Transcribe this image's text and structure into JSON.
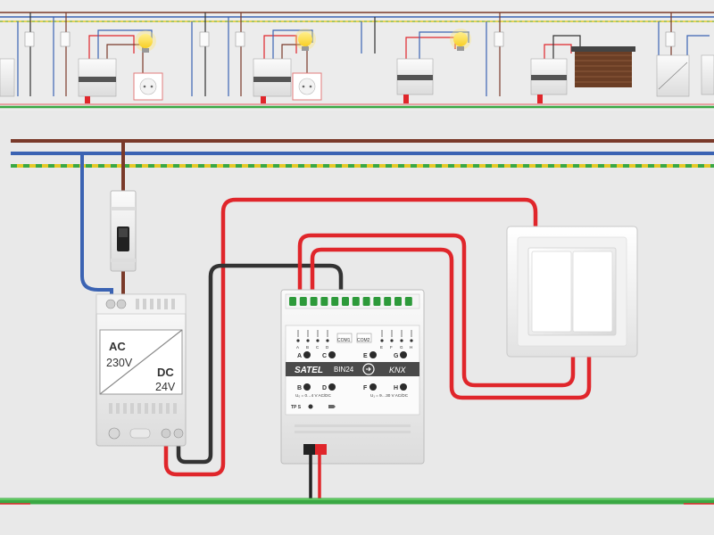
{
  "psu": {
    "ac_label": "AC",
    "ac_voltage": "230V",
    "dc_label": "DC",
    "dc_voltage": "24V"
  },
  "module": {
    "brand": "SATEL",
    "model": "BIN24",
    "bus": "KNX",
    "com1": "COM1",
    "com2": "COM2",
    "terminals_top": [
      "A",
      "B",
      "C",
      "D",
      "E",
      "F",
      "G",
      "H"
    ],
    "channels": [
      "A",
      "B",
      "C",
      "D",
      "E",
      "F",
      "G",
      "H"
    ],
    "voltage_left": "U₀ = 0…4 V AC/DC",
    "voltage_right": "U₁ = 9…30 V AC/DC",
    "tp_label": "TP S"
  },
  "colors": {
    "wire_red": "#e0262b",
    "wire_black": "#333333",
    "wire_blue": "#3b63b3",
    "wire_brown": "#7a3a2a",
    "wire_green": "#3aa844",
    "wire_earth_yellow": "#e6c928",
    "module_label_band": "#4a4a4a",
    "terminal_green": "#2d9a3a"
  }
}
